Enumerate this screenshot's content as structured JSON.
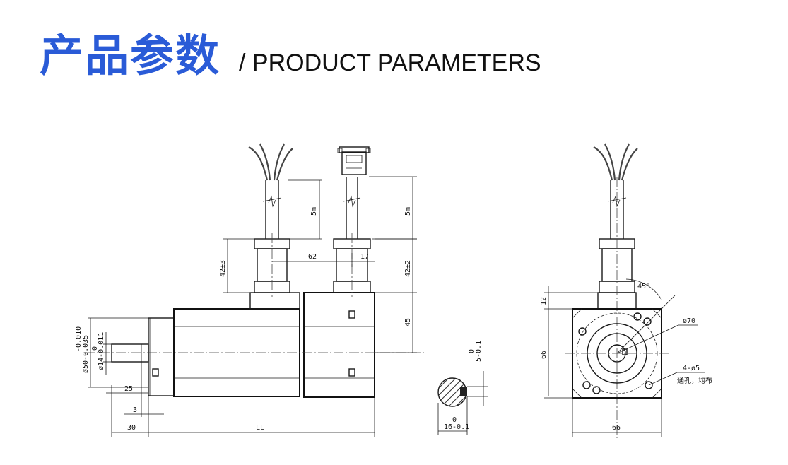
{
  "heading": {
    "title_cn": "产品参数",
    "title_en": "/ PRODUCT PARAMETERS",
    "accent_color": "#2a5bd7"
  },
  "dimensions": {
    "cable_length_1": "5m",
    "cable_length_2": "5m",
    "gland_1": "42±3",
    "gland_2": "42±2",
    "offset_62": "62",
    "offset_17": "17",
    "height_45": "45",
    "shaft_dia_50": "ø50-0.035",
    "shaft_dia_50_tol": "-0.010",
    "shaft_dia_14": "ø14-0.011",
    "shaft_dia_14_tol": "0",
    "len_25": "25",
    "len_3": "3",
    "len_30": "30",
    "len_LL": "LL",
    "key_5": "5-0.1",
    "key_5_tol": "0",
    "key_16": "16-0.1",
    "key_16_tol": "0",
    "angle_45": "45°",
    "dia_70": "ø70",
    "side_66_v": "66",
    "side_66_h": "66",
    "top_12": "12",
    "holes": "4-ø5",
    "holes_note": "通孔，均布"
  }
}
